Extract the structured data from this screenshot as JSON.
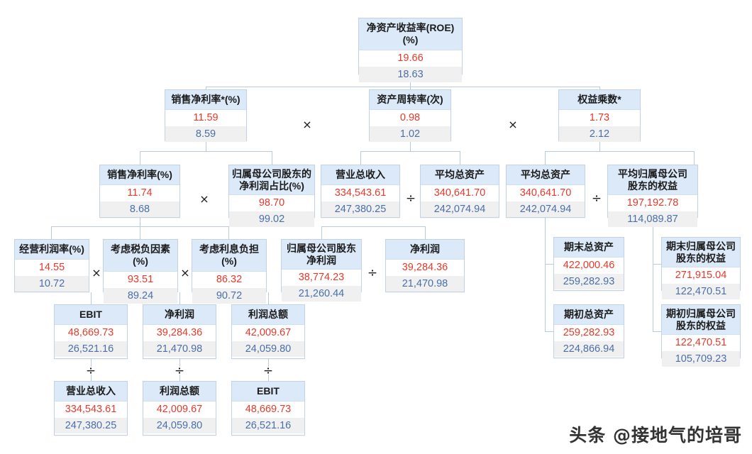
{
  "meta": {
    "watermark": "头条 @接地气的培哥",
    "colors": {
      "header_bg": "#dce9f8",
      "value_current": "#e8392a",
      "value_previous": "#4a6fa8",
      "row_alt_bg": "#f0f0f0",
      "line": "#b8cbe0",
      "border": "#c3d3e4"
    },
    "operators": {
      "multiply": "×",
      "divide": "÷"
    }
  },
  "nodes": {
    "roe": {
      "title": "净资产收益率(ROE)(%)",
      "v1": "19.66",
      "v2": "18.63"
    },
    "net_margin_star": {
      "title": "销售净利率*(%)",
      "v1": "11.59",
      "v2": "8.59"
    },
    "asset_turnover": {
      "title": "资产周转率(次)",
      "v1": "0.98",
      "v2": "1.02"
    },
    "equity_mult": {
      "title": "权益乘数*",
      "v1": "1.73",
      "v2": "2.12"
    },
    "net_margin": {
      "title": "销售净利率(%)",
      "v1": "11.74",
      "v2": "8.68"
    },
    "parent_share": {
      "title": "归属母公司股东的\n净利润占比(%)",
      "line1": "归属母公司股东的",
      "line2": "净利润占比(%)",
      "v1": "98.70",
      "v2": "99.02"
    },
    "total_revenue_1": {
      "title": "营业总收入",
      "v1": "334,543.61",
      "v2": "247,380.25"
    },
    "avg_assets_1": {
      "title": "平均总资产",
      "v1": "340,641.70",
      "v2": "242,074.94"
    },
    "avg_assets_2": {
      "title": "平均总资产",
      "v1": "340,641.70",
      "v2": "242,074.94"
    },
    "avg_parent_eq": {
      "line1": "平均归属母公司",
      "line2": "股东的权益",
      "v1": "197,192.78",
      "v2": "114,089.87"
    },
    "oper_margin": {
      "title": "经营利润率(%)",
      "v1": "14.55",
      "v2": "10.72"
    },
    "tax_burden": {
      "title": "考虑税负因素(%)",
      "v1": "93.51",
      "v2": "89.24"
    },
    "interest_burden": {
      "title": "考虑利息负担(%)",
      "v1": "86.32",
      "v2": "90.72"
    },
    "parent_np": {
      "line1": "归属母公司股东",
      "line2": "净利润",
      "v1": "38,774.23",
      "v2": "21,260.44"
    },
    "net_profit_1": {
      "title": "净利润",
      "v1": "39,284.36",
      "v2": "21,470.98"
    },
    "end_assets": {
      "title": "期末总资产",
      "v1": "422,000.46",
      "v2": "259,282.93"
    },
    "begin_assets": {
      "title": "期初总资产",
      "v1": "259,282.93",
      "v2": "224,866.94"
    },
    "end_parent_eq": {
      "line1": "期末归属母公司",
      "line2": "股东的权益",
      "v1": "271,915.04",
      "v2": "122,470.51"
    },
    "begin_parent_eq": {
      "line1": "期初归属母公司",
      "line2": "股东的权益",
      "v1": "122,470.51",
      "v2": "105,709.23"
    },
    "ebit_top": {
      "title": "EBIT",
      "v1": "48,669.73",
      "v2": "26,521.16"
    },
    "net_profit_2": {
      "title": "净利润",
      "v1": "39,284.36",
      "v2": "21,470.98"
    },
    "pretax_top": {
      "title": "利润总额",
      "v1": "42,009.67",
      "v2": "24,059.80"
    },
    "total_revenue_2": {
      "title": "营业总收入",
      "v1": "334,543.61",
      "v2": "247,380.25"
    },
    "pretax_bottom": {
      "title": "利润总额",
      "v1": "42,009.67",
      "v2": "24,059.80"
    },
    "ebit_bottom": {
      "title": "EBIT",
      "v1": "48,669.73",
      "v2": "26,521.16"
    }
  }
}
